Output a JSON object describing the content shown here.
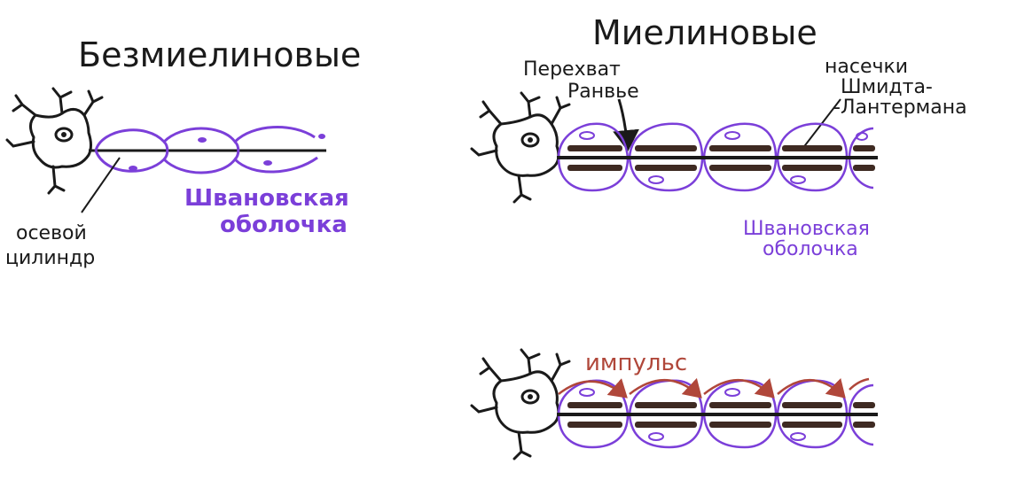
{
  "colors": {
    "ink": "#1a1a1a",
    "purple": "#7b3fd9",
    "myelin_brown": "#3e2a22",
    "impulse_red": "#b0473a"
  },
  "left_panel": {
    "title": "Безмиелиновые",
    "axon_label_line1": "осевой",
    "axon_label_line2": "цилиндр",
    "schwann_label_line1": "Швановская",
    "schwann_label_line2": "оболочка"
  },
  "right_panel": {
    "title": "Миелиновые",
    "ranvier_label_line1": "Перехват",
    "ranvier_label_line2": "Ранвье",
    "incisures_label_line1": "насечки",
    "incisures_label_line2": "Шмидта-",
    "incisures_label_line3": "-Лантермана",
    "schwann_label_line1": "Швановская",
    "schwann_label_line2": "оболочка"
  },
  "bottom_panel": {
    "impulse_label": "импульс"
  }
}
